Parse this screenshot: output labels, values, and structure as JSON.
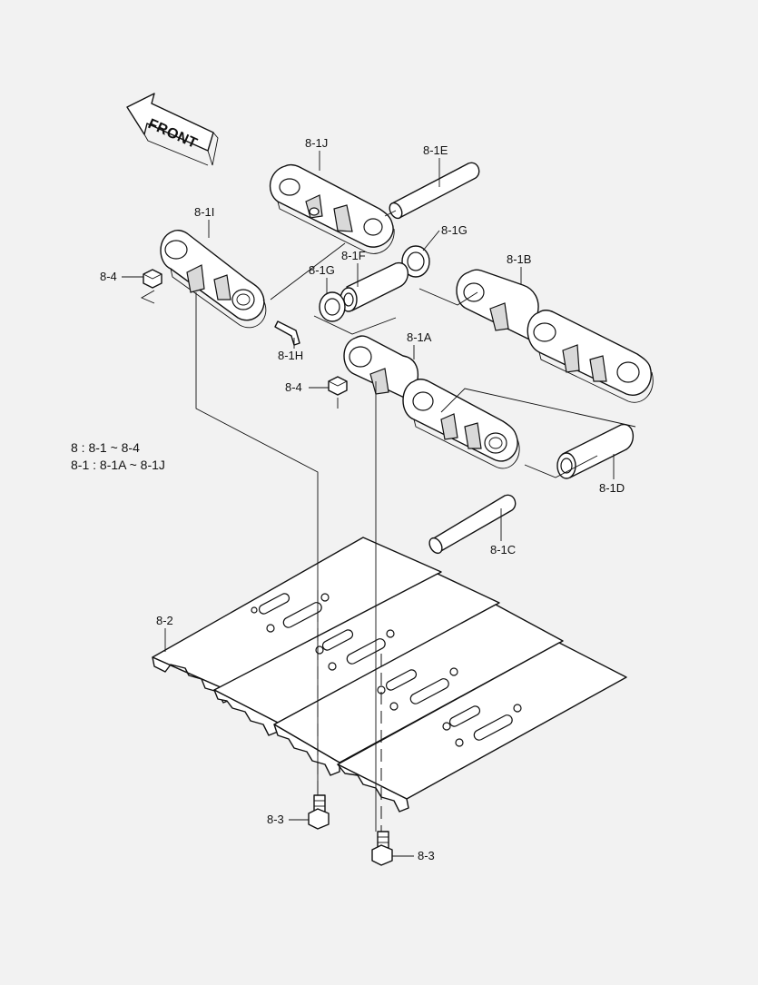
{
  "front_label": "FRONT",
  "notes": [
    "8 : 8-1 ~ 8-4",
    "8-1 : 8-1A ~ 8-1J"
  ],
  "callouts": {
    "p8_1J": "8-1J",
    "p8_1E": "8-1E",
    "p8_1I": "8-1I",
    "p8_1G_top": "8-1G",
    "p8_1F": "8-1F",
    "p8_1G_left": "8-1G",
    "p8_1B": "8-1B",
    "p8_4_upper": "8-4",
    "p8_1H": "8-1H",
    "p8_1A": "8-1A",
    "p8_4_lower": "8-4",
    "p8_1D": "8-1D",
    "p8_1C": "8-1C",
    "p8_2": "8-2",
    "p8_3_left": "8-3",
    "p8_3_right": "8-3"
  }
}
